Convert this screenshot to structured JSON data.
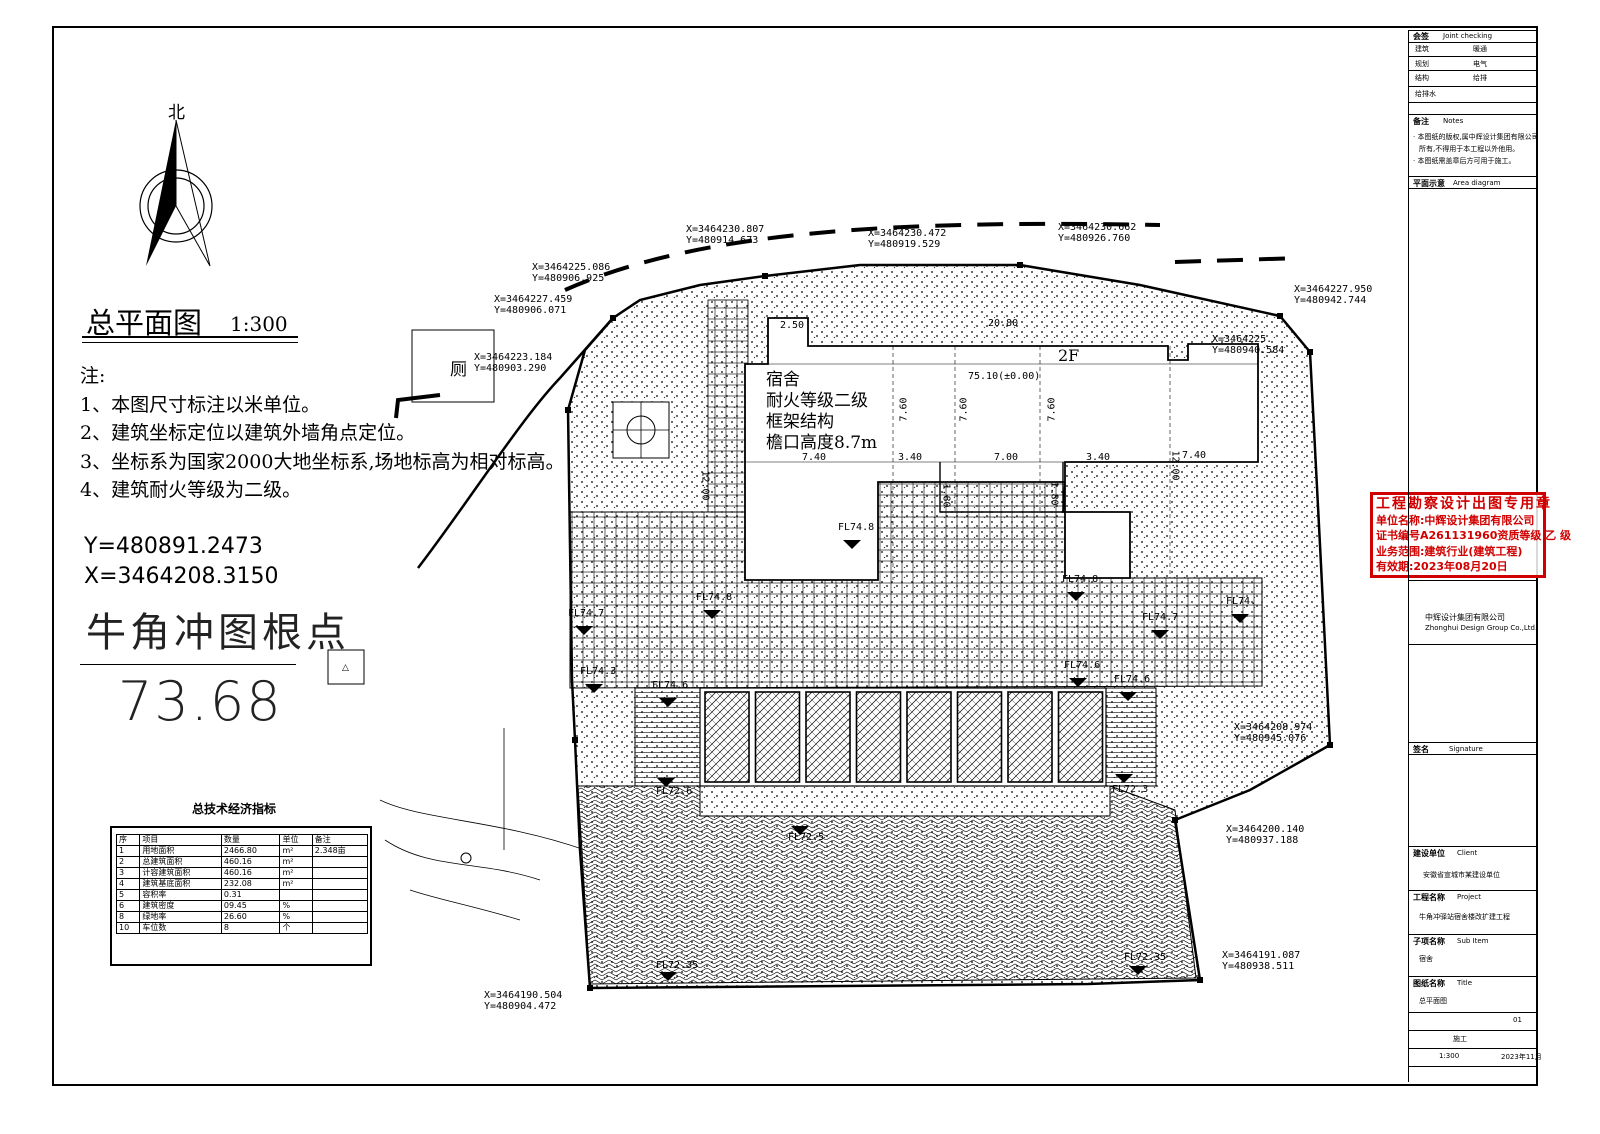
{
  "drawing": {
    "title": "总平面图",
    "scale": "1:300",
    "north_label": "北",
    "notes_title": "注:",
    "notes": [
      "1、本图尺寸标注以米单位。",
      "2、建筑坐标定位以建筑外墙角点定位。",
      "3、坐标系为国家2000大地坐标系,场地标高为相对标高。",
      "4、建筑耐火等级为二级。"
    ],
    "root_point": {
      "y_text": "Y=480891.2473",
      "x_text": "X=3464208.3150",
      "name": "牛角冲图根点",
      "elevation": "73.68"
    },
    "toilet_label": "厕"
  },
  "building": {
    "name": "宿舍",
    "fire_rating": "耐火等级二级",
    "structure": "框架结构",
    "eave_height": "檐口高度8.7m",
    "floors": "2F",
    "floor_elev": "75.10(±0.00)"
  },
  "coordinates": [
    {
      "x": "X=3464230.807",
      "y": "Y=480914.673"
    },
    {
      "x": "X=3464230.472",
      "y": "Y=480919.529"
    },
    {
      "x": "X=3464230.662",
      "y": "Y=480926.760"
    },
    {
      "x": "X=3464225.086",
      "y": "Y=480906.925"
    },
    {
      "x": "X=3464227.459",
      "y": "Y=480906.071"
    },
    {
      "x": "X=3464223.184",
      "y": "Y=480903.290"
    },
    {
      "x": "X=3464227.950",
      "y": "Y=480942.744"
    },
    {
      "x": "X=3464225.",
      "y": "Y=480940.584"
    },
    {
      "x": "X=3464208.974",
      "y": "Y=480945.076"
    },
    {
      "x": "X=3464200.140",
      "y": "Y=480937.188"
    },
    {
      "x": "X=3464191.087",
      "y": "Y=480938.511"
    },
    {
      "x": "X=3464190.504",
      "y": "Y=480904.472"
    }
  ],
  "dimensions": [
    "7.40",
    "3.40",
    "7.00",
    "3.40",
    "7.40",
    "20.80",
    "2.50",
    "7.60",
    "7.60",
    "7.60",
    "12.00",
    "1.80",
    "1.80",
    "12.00"
  ],
  "elevations": [
    "FL74.8",
    "FL74.8",
    "FL74.8",
    "FL74.7",
    "FL74.7",
    "FL74.",
    "FL74.6",
    "FL74.6",
    "FL74.6",
    "FL74.3",
    "FL72.5",
    "FL72.6",
    "FL72.3",
    "FL72.35",
    "FL72.35"
  ],
  "tech_table": {
    "title": "总技术经济指标",
    "headers": [
      "序",
      "项目",
      "数量",
      "单位",
      "备注"
    ],
    "rows": [
      [
        "1",
        "用地面积",
        "2466.80",
        "m²",
        "2.348亩"
      ],
      [
        "2",
        "总建筑面积",
        "460.16",
        "m²",
        ""
      ],
      [
        "3",
        "计容建筑面积",
        "460.16",
        "m²",
        ""
      ],
      [
        "4",
        "建筑基底面积",
        "232.08",
        "m²",
        ""
      ],
      [
        "5",
        "容积率",
        "0.31",
        "",
        ""
      ],
      [
        "6",
        "建筑密度",
        "09.45",
        "%",
        ""
      ],
      [
        "8",
        "绿地率",
        "26.60",
        "%",
        ""
      ],
      [
        "10",
        "车位数",
        "8",
        "个",
        ""
      ]
    ]
  },
  "stamp": {
    "lines": [
      "工程勘察设计出图专用章",
      "单位名称:中辉设计集团有限公司",
      "证书编号A261131960资质等级 乙 级",
      "业务范围:建筑行业(建筑工程)",
      "有效期:2023年08月20日"
    ]
  },
  "title_block": {
    "company_cn": "中辉设计集团有限公司",
    "company_en": "Zhonghui Design Group Co.,Ltd.",
    "sections": [
      {
        "label": "会签",
        "en": "Joint checking"
      },
      {
        "label": "备注",
        "en": "Notes"
      },
      {
        "label": "平面示意",
        "en": "Area diagram"
      },
      {
        "label": "签名",
        "en": "Signature"
      },
      {
        "label": "建设单位",
        "en": "Client"
      },
      {
        "label": "工程名称",
        "en": "Project"
      },
      {
        "label": "子项名称",
        "en": "Sub Item"
      },
      {
        "label": "图纸名称",
        "en": "Title"
      }
    ],
    "cosign_rows": [
      [
        "建筑",
        "暖通"
      ],
      [
        "规划",
        "电气"
      ],
      [
        "结构",
        "给排"
      ],
      [
        "给排水",
        ""
      ]
    ],
    "remarks": [
      "· 本图纸的版权,属中辉设计集团有限公司",
      "所有,不得用于本工程以外他用。",
      "· 本图纸需盖章后方可用于施工。"
    ],
    "project": "牛角冲驿站宿舍楼改扩建工程",
    "client": "安徽省宣城市某建设单位",
    "sub_item": "宿舍",
    "drawing_name": "总平面图",
    "scale_value": "1:300",
    "stage": "施工",
    "date": "2023年11月",
    "sheet_no": "01"
  }
}
